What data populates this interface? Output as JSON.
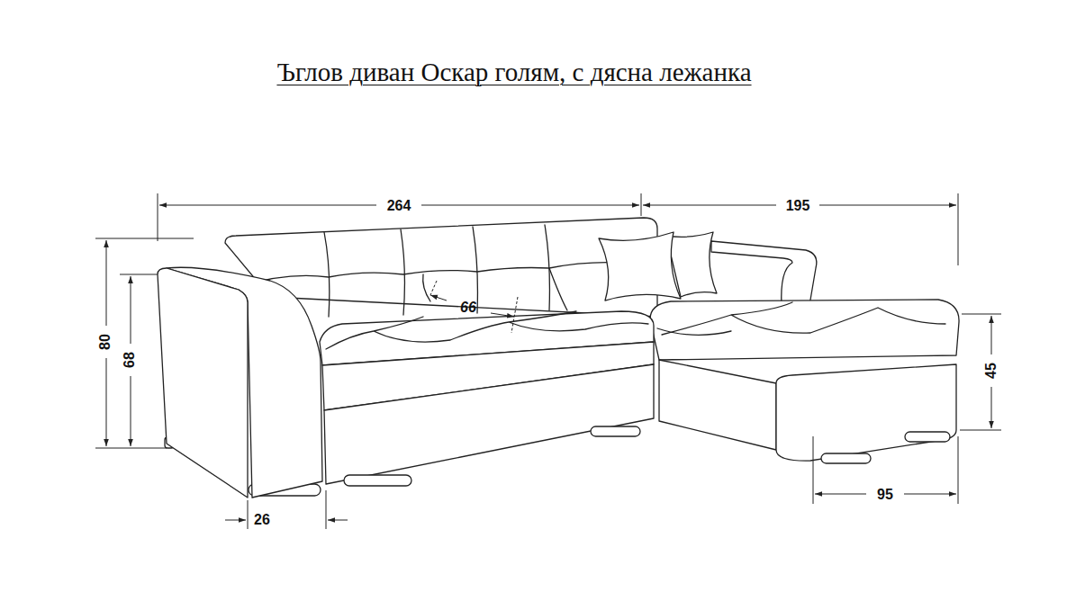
{
  "diagram": {
    "title": "Ъглов диван Оскар голям, с дясна лежанка",
    "labels": [
      "264",
      "195",
      "80",
      "68",
      "66",
      "45",
      "95",
      "26"
    ]
  }
}
